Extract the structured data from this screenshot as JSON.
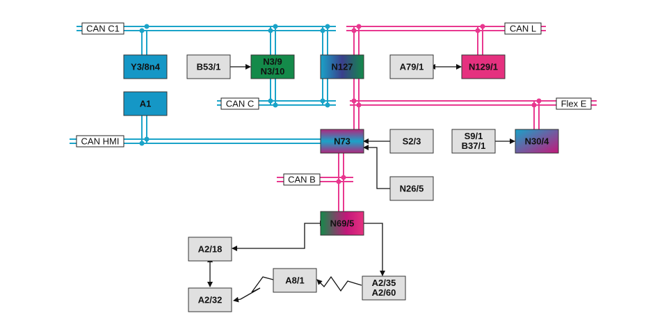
{
  "colors": {
    "can_blue": "#1aa3c8",
    "flex_magenta": "#e8388f",
    "module_blue": "#1597c6",
    "module_green": "#148a4a",
    "module_magenta": "#e5317f",
    "module_grey": "#e0e0e0"
  },
  "buses": {
    "can_c1": "CAN C1",
    "can_l": "CAN L",
    "can_c": "CAN C",
    "flex_e": "Flex E",
    "can_hmi": "CAN HMI",
    "can_b": "CAN B"
  },
  "modules": {
    "y3_8n4": "Y3/8n4",
    "a1": "A1",
    "b53_1": "B53/1",
    "n3_9": "N3/9",
    "n3_10": "N3/10",
    "n127": "N127",
    "a79_1": "A79/1",
    "n129_1": "N129/1",
    "n73": "N73",
    "s2_3": "S2/3",
    "n26_5": "N26/5",
    "s9_1": "S9/1",
    "b37_1": "B37/1",
    "n30_4": "N30/4",
    "n69_5": "N69/5",
    "a2_18": "A2/18",
    "a2_32": "A2/32",
    "a8_1": "A8/1",
    "a2_35": "A2/35",
    "a2_60": "A2/60"
  }
}
